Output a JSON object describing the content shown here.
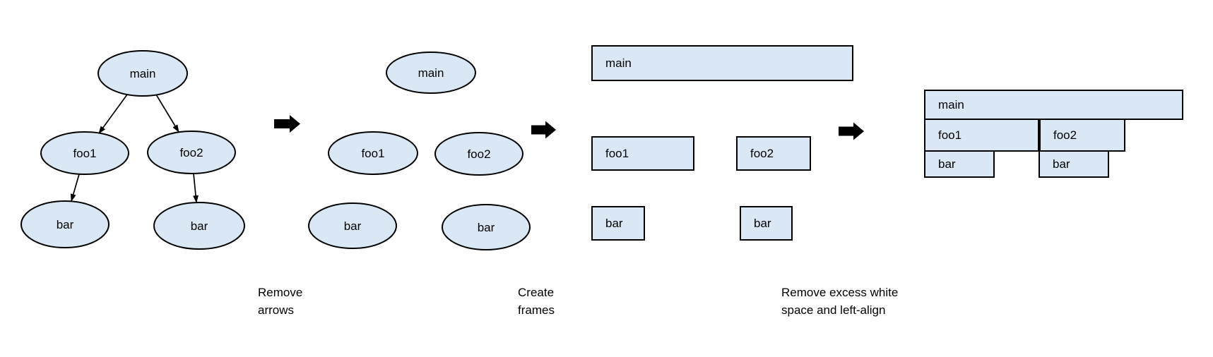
{
  "colors": {
    "background": "#ffffff",
    "node_fill": "#dae8f5",
    "node_stroke": "#000000",
    "arrow_color": "#000000",
    "text_color": "#000000"
  },
  "stages": {
    "tree": {
      "description": "call tree with arrows",
      "nodes": [
        "main",
        "foo1",
        "foo2",
        "bar",
        "bar"
      ]
    },
    "tree_no_arrows": {
      "description": "call tree without arrows",
      "nodes": [
        "main",
        "foo1",
        "foo2",
        "bar",
        "bar"
      ]
    },
    "frames": {
      "description": "frames",
      "nodes": [
        "main",
        "foo1",
        "foo2",
        "bar",
        "bar"
      ]
    },
    "flame": {
      "description": "left-aligned flame graph",
      "nodes": [
        "main",
        "foo1",
        "foo2",
        "bar",
        "bar"
      ]
    }
  },
  "step_labels": [
    {
      "line1": "Remove",
      "line2": "arrows"
    },
    {
      "line1": "Create",
      "line2": "frames"
    },
    {
      "line1": "Remove excess white",
      "line2": "space and left-align"
    }
  ],
  "icons": {
    "step_arrow": "➡"
  }
}
